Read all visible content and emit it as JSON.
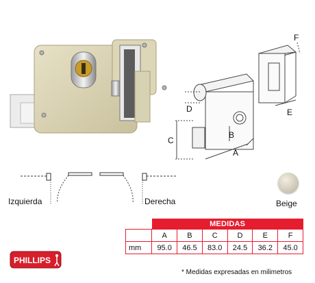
{
  "colors": {
    "accent": "#e51d2e",
    "lock_beige": "#d9d3b6"
  },
  "orientation": {
    "left_label": "Izquierda",
    "right_label": "Derecha"
  },
  "finish": {
    "name": "Beige",
    "swatch_color": "#d7d2c2"
  },
  "dimension_letters": [
    "A",
    "B",
    "C",
    "D",
    "E",
    "F"
  ],
  "table": {
    "title": "MEDIDAS",
    "columns": [
      "A",
      "B",
      "C",
      "D",
      "E",
      "F"
    ],
    "unit": "mm",
    "values": [
      "95.0",
      "46.5",
      "83.0",
      "24.5",
      "36.2",
      "45.0"
    ]
  },
  "footnote": "* Medidas expresadas en milimetros",
  "brand": {
    "name": "PHILLIPS"
  }
}
